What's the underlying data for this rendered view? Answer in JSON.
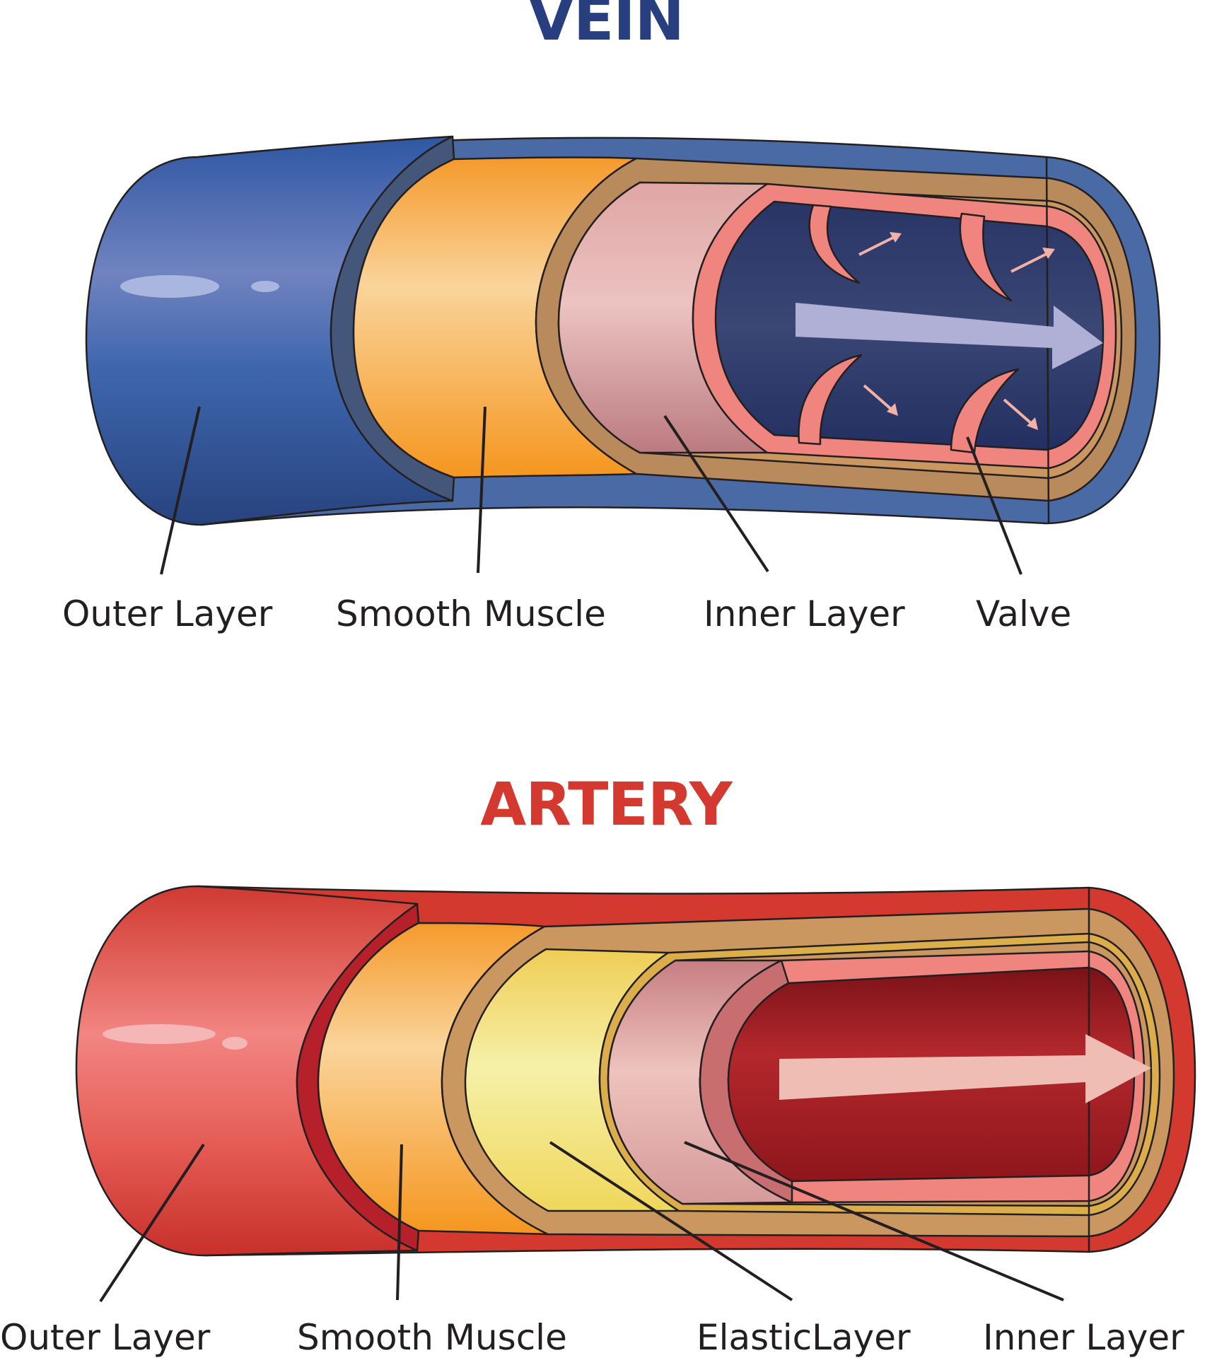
{
  "vein": {
    "title": "VEIN",
    "title_color": "#273f7f",
    "labels": {
      "outer_layer": "Outer Layer",
      "smooth_muscle": "Smooth Muscle",
      "inner_layer": "Inner Layer",
      "valve": "Valve"
    },
    "colors": {
      "outer": "#3f64a8",
      "muscle": "#f7a63a",
      "inner": "#e6b3b1",
      "lumen": "#2a3766",
      "valve": "#f08580",
      "flow_arrow": "#b0afd6"
    }
  },
  "artery": {
    "title": "ARTERY",
    "title_color": "#d3392f",
    "labels": {
      "outer_layer": "Outer Layer",
      "smooth_muscle": "Smooth Muscle",
      "elastic_layer": "ElasticLayer",
      "inner_layer": "Inner Layer"
    },
    "colors": {
      "outer": "#e35a52",
      "muscle": "#f7a63a",
      "elastic": "#f3e38a",
      "inner": "#e9b6b1",
      "lumen": "#9c1b22",
      "flow_arrow": "#f0bdb4"
    }
  }
}
